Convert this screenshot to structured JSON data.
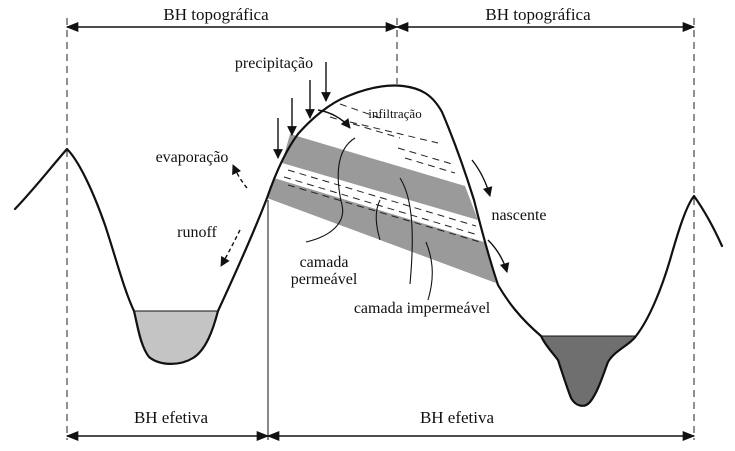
{
  "labels": {
    "bh_topografica_left": "BH topográfica",
    "bh_topografica_right": "BH topográfica",
    "bh_efetiva_left": "BH efetiva",
    "bh_efetiva_right": "BH efetiva",
    "precipitacao": "precipitação",
    "infiltracao": "infiltração",
    "evaporacao": "evaporação",
    "runoff": "runoff",
    "nascente": "nascente",
    "camada_permeavel_1": "camada",
    "camada_permeavel_2": "permeável",
    "camada_impermeavel": "camada impermeável"
  },
  "colors": {
    "layer": "#9a9a9a",
    "water_left": "#c4c4c4",
    "water_right": "#6f6f6f",
    "line": "#111111"
  }
}
